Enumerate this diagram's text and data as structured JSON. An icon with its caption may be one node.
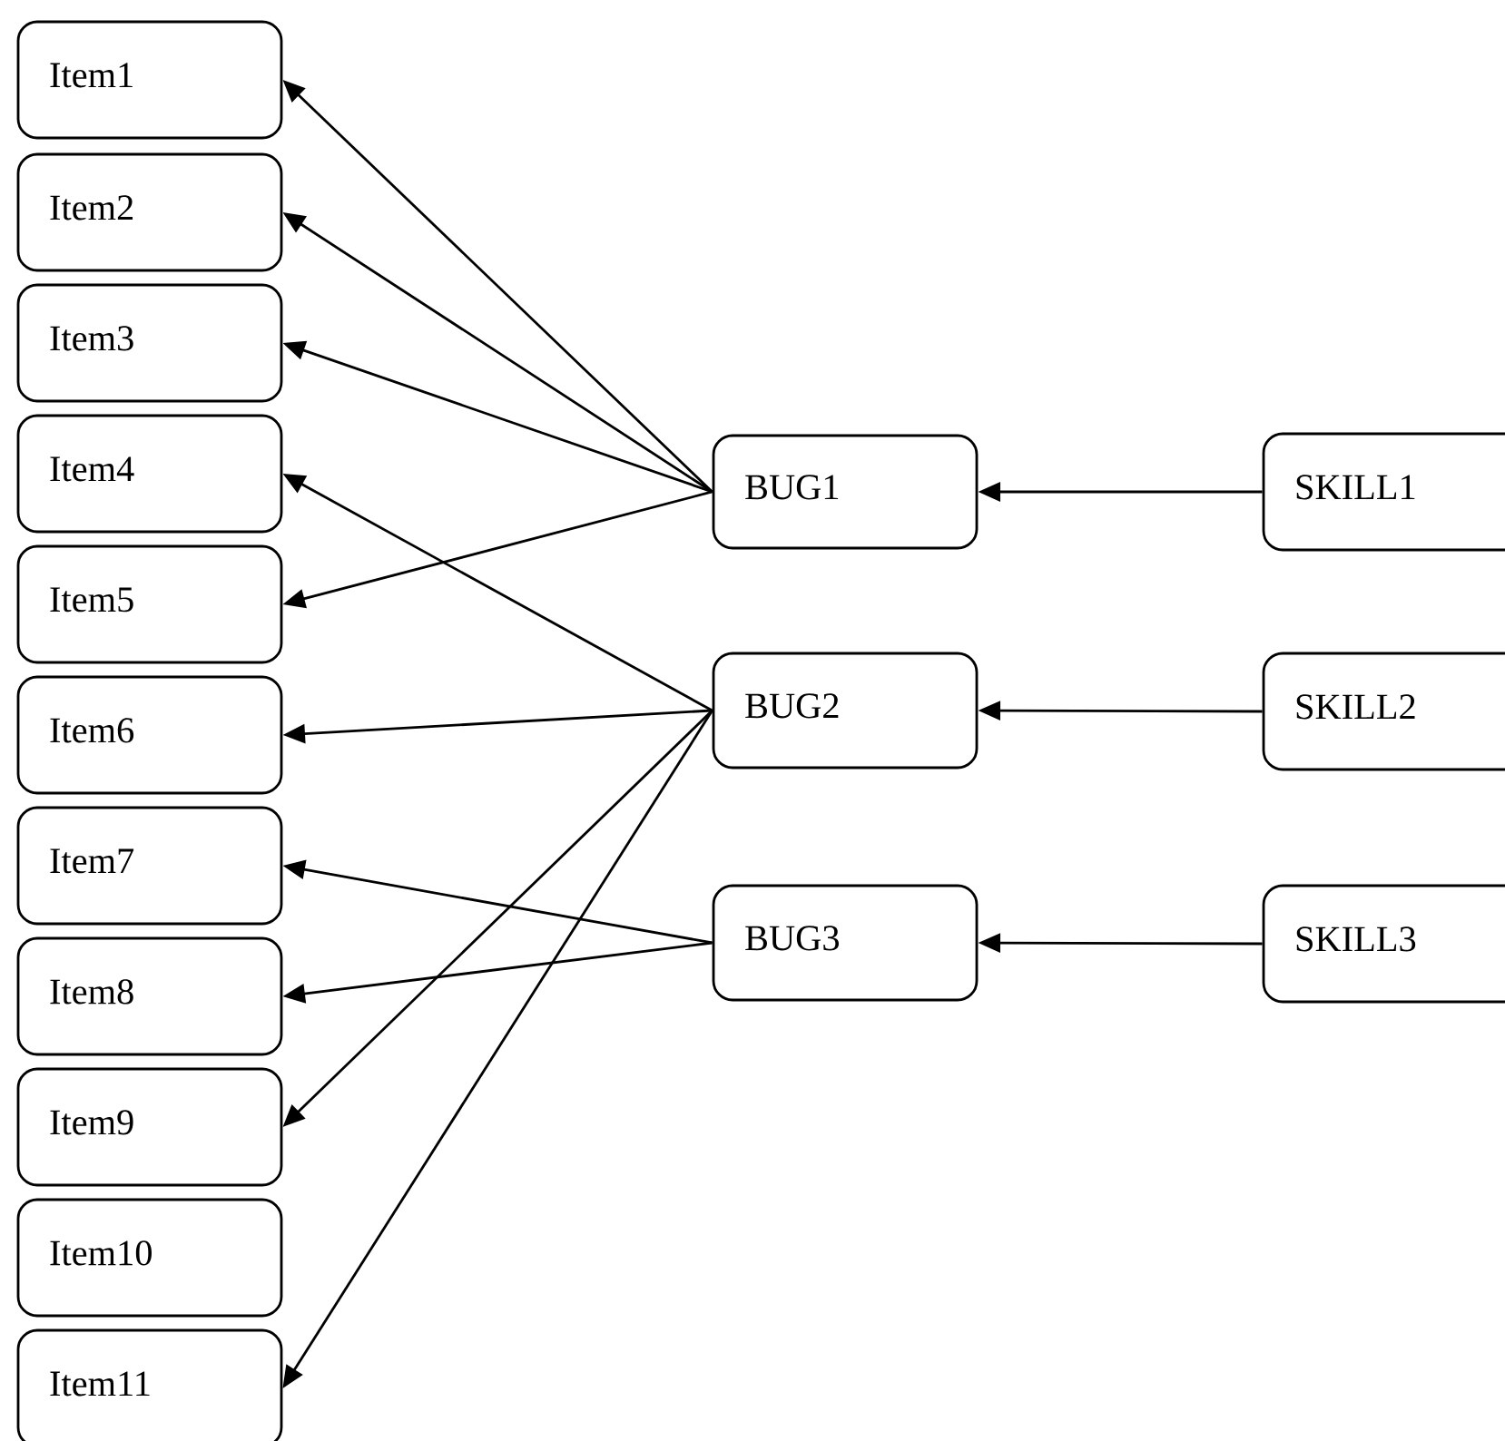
{
  "diagram": {
    "nodes": [
      {
        "text": [
          "Item1"
        ]
      },
      {
        "text": [
          "Item2"
        ]
      },
      {
        "text": [
          "Item3"
        ]
      },
      {
        "text": [
          "Item4"
        ]
      },
      {
        "text": [
          "Item5"
        ]
      },
      {
        "text": [
          "Item6"
        ]
      },
      {
        "text": [
          "Item7"
        ]
      },
      {
        "text": [
          "Item8"
        ]
      },
      {
        "text": [
          "Item9"
        ]
      },
      {
        "text": [
          "Item10"
        ]
      },
      {
        "text": [
          "Item11"
        ]
      },
      {
        "text": [
          "BUG1"
        ]
      },
      {
        "text": [
          "BUG2"
        ]
      },
      {
        "text": [
          "BUG3"
        ]
      },
      {
        "text": [
          "SKILL1"
        ]
      },
      {
        "text": [
          "SKILL2"
        ]
      },
      {
        "text": [
          "SKILL3"
        ]
      }
    ],
    "edges": [
      {
        "from": 11,
        "to": 0,
        "arrow": "to"
      },
      {
        "from": 11,
        "to": 1,
        "arrow": "to"
      },
      {
        "from": 11,
        "to": 2,
        "arrow": "to"
      },
      {
        "from": 11,
        "to": 4,
        "arrow": "to"
      },
      {
        "from": 12,
        "to": 3,
        "arrow": "to"
      },
      {
        "from": 12,
        "to": 5,
        "arrow": "to"
      },
      {
        "from": 12,
        "to": 8,
        "arrow": "to"
      },
      {
        "from": 12,
        "to": 10,
        "arrow": "to"
      },
      {
        "from": 13,
        "to": 6,
        "arrow": "to"
      },
      {
        "from": 13,
        "to": 7,
        "arrow": "to"
      },
      {
        "from": 14,
        "to": 11,
        "arrow": "to"
      },
      {
        "from": 15,
        "to": 12,
        "arrow": "to"
      },
      {
        "from": 16,
        "to": 13,
        "arrow": "to"
      }
    ]
  }
}
